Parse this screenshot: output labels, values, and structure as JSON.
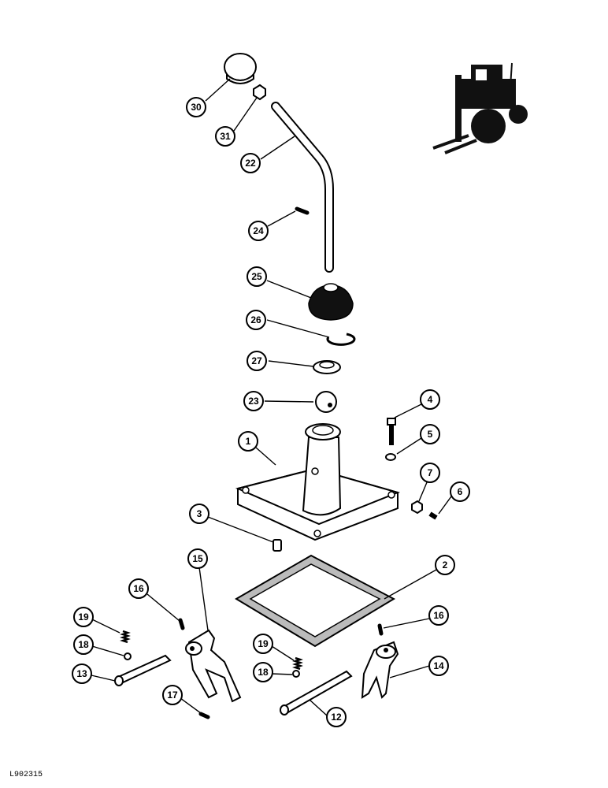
{
  "reference_code": "L902315",
  "callouts": [
    "30",
    "31",
    "22",
    "24",
    "25",
    "26",
    "27",
    "23",
    "4",
    "5",
    "1",
    "7",
    "6",
    "3",
    "15",
    "2",
    "16",
    "19",
    "18",
    "13",
    "17",
    "19",
    "18",
    "12",
    "16",
    "14"
  ]
}
